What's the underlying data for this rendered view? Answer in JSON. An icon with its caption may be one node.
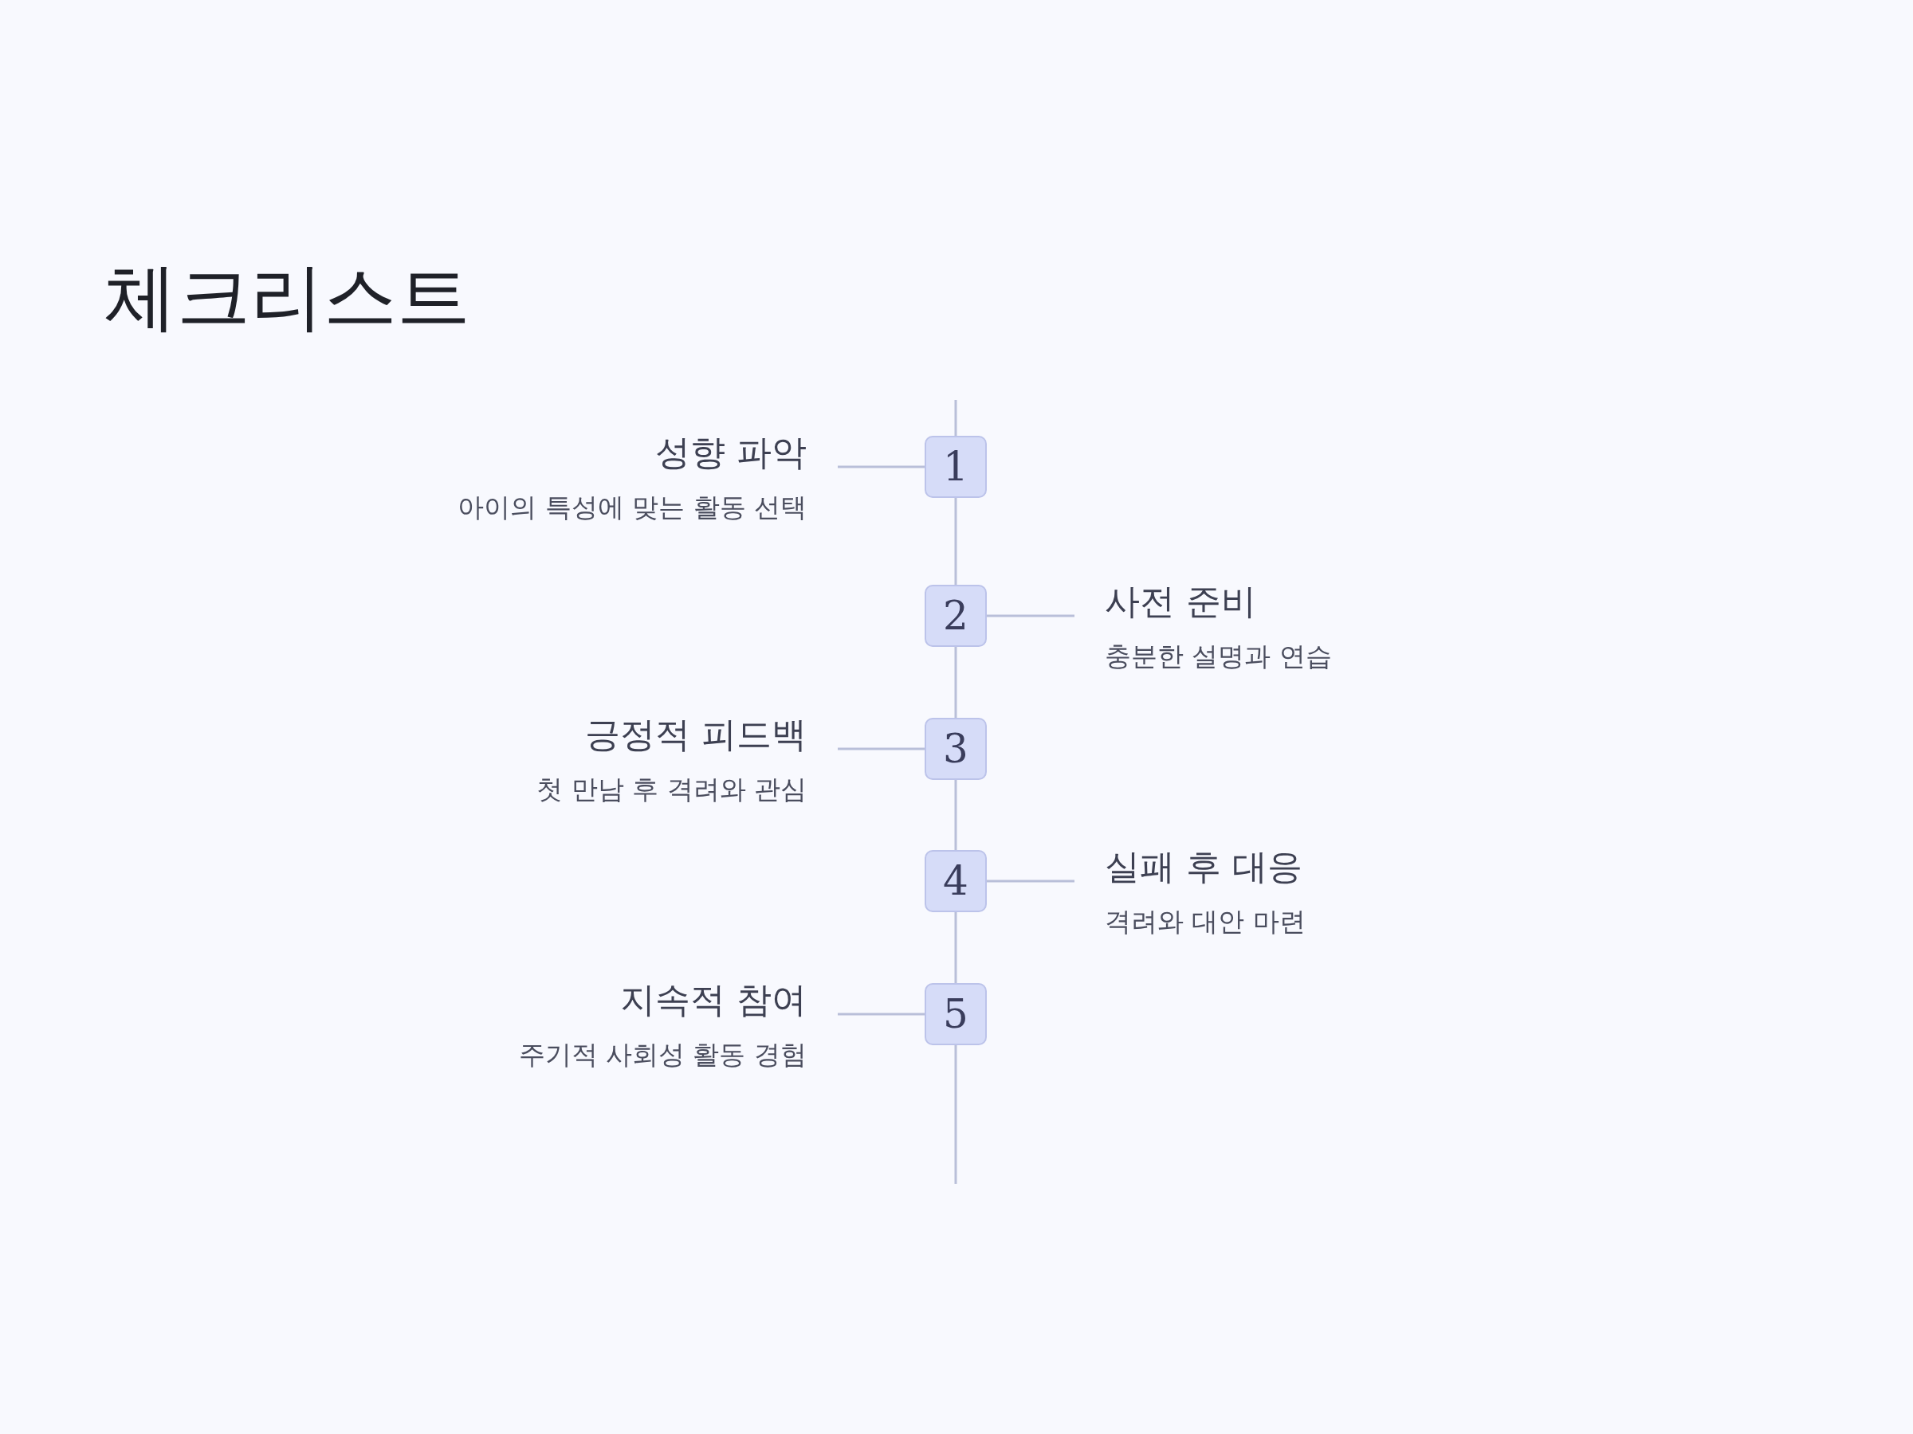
{
  "diagram": {
    "title": "체크리스트",
    "nodes": [
      {
        "text": [
          "1"
        ]
      },
      {
        "text": [
          "2"
        ]
      },
      {
        "text": [
          "3"
        ]
      },
      {
        "text": [
          "4"
        ]
      },
      {
        "text": [
          "5"
        ]
      },
      {
        "text": [
          "성향 파악",
          "아이의 특성에 맞는 활동 선택"
        ]
      },
      {
        "text": [
          "사전 준비",
          "충분한 설명과 연습"
        ]
      },
      {
        "text": [
          "긍정적 피드백",
          "첫 만남 후 격려와 관심"
        ]
      },
      {
        "text": [
          "실패 후 대응",
          "격려와 대안 마련"
        ]
      },
      {
        "text": [
          "지속적 참여",
          "주기적 사회성 활동 경험"
        ]
      }
    ],
    "edges": [
      {
        "from": 5,
        "to": 0,
        "arrow": "none"
      },
      {
        "from": 0,
        "to": 1,
        "arrow": "none"
      },
      {
        "from": 1,
        "to": 6,
        "arrow": "none"
      },
      {
        "from": 1,
        "to": 2,
        "arrow": "none"
      },
      {
        "from": 7,
        "to": 2,
        "arrow": "none"
      },
      {
        "from": 2,
        "to": 3,
        "arrow": "none"
      },
      {
        "from": 3,
        "to": 8,
        "arrow": "none"
      },
      {
        "from": 3,
        "to": 4,
        "arrow": "none"
      },
      {
        "from": 9,
        "to": 4,
        "arrow": "none"
      }
    ]
  }
}
